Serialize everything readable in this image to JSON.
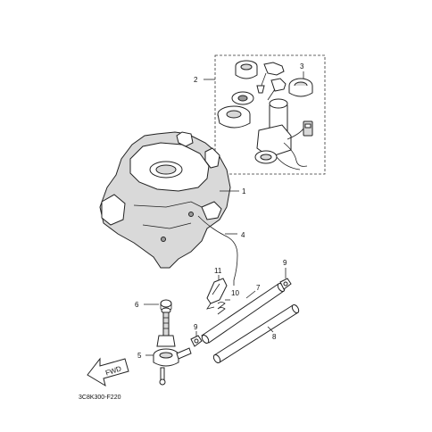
{
  "callouts": {
    "c1": "1",
    "c2": "2",
    "c3": "3",
    "c4": "4",
    "c5": "5",
    "c6": "6",
    "c7": "7",
    "c8": "8",
    "c9a": "9",
    "c9b": "9",
    "c10": "10",
    "c11": "11"
  },
  "direction_label": "FWD",
  "drawing_code": "3C8K300-F220"
}
